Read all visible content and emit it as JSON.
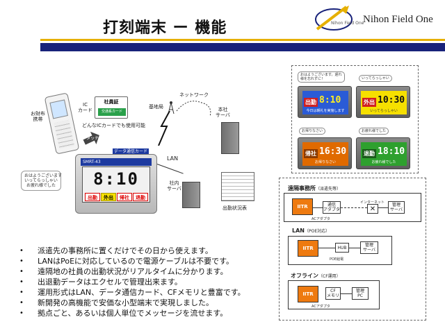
{
  "header": {
    "title": "打刻端末 ー 機能",
    "company": "Nihon Field One",
    "logo_text": "Nihon Field One"
  },
  "left_illustration": {
    "ic_card_label": "IC\nカード",
    "employee_id": "社員証",
    "transit_card": "交通系カード",
    "any_card_note": "どんなICカードでも使用可能",
    "touch_label": "タッチ",
    "mobile_label": "お財布\n携帯",
    "base_station": "基地局",
    "network": "ネットワーク",
    "hq_server": "本社\nサーバ",
    "lan": "LAN",
    "data_card": "データ通信カード",
    "onsite_server": "社内\nサーバ",
    "attendance_table": "出勤状況表",
    "greeting_bubble": "おはようございます\nいってらっしゃい\nお疲れ様でした",
    "terminal": {
      "model": "SMRT-43",
      "time": "8:10",
      "buttons": [
        "出勤",
        "外出",
        "帰社",
        "退勤"
      ]
    }
  },
  "screen_samples": [
    {
      "label": "出勤",
      "time": "8:10",
      "msg": "今日は朝礼を実施します",
      "speech": "おはようございます。遅れ様を忘れずに！",
      "color": "#2a5bd6",
      "time_color": "#ffee22"
    },
    {
      "label": "外出",
      "time": "10:30",
      "msg": "いってらっしゃい",
      "speech": "いってらっしゃい",
      "color": "#f6e000",
      "time_color": "#111111"
    },
    {
      "label": "帰社",
      "time": "16:30",
      "msg": "お帰りなさい",
      "speech": "お帰りなさい",
      "color": "#e06a00",
      "time_color": "#ffffff"
    },
    {
      "label": "退勤",
      "time": "18:10",
      "msg": "お疲れ様でした",
      "speech": "お疲れ様でした",
      "color": "#2ea02e",
      "time_color": "#ffffff"
    }
  ],
  "configs": {
    "remote": {
      "title": "遠隔事務所",
      "note": "（派遣先等）",
      "device": "IITR",
      "adapter": "通信\nアダプタ",
      "internet": "インターネット",
      "server": "管理\nサーバ",
      "power": "ACアダプタ"
    },
    "lan": {
      "title": "LAN",
      "note": "（POE対応）",
      "device": "IITR",
      "hub": "HUB",
      "server": "管理\nサーバ",
      "power": "POE給電"
    },
    "offline": {
      "title": "オフライン",
      "note": "（CF運用）",
      "device": "IITR",
      "media": "CF\nメモリ",
      "pc": "管理\nPC",
      "power": "ACアダプタ"
    }
  },
  "bullets": [
    "派遣先の事務所に置くだけでその日から使えます。",
    "LANはPoEに対応しているので電源ケーブルは不要です。",
    "遠隔地の社員の出勤状況がリアルタイムに分かります。",
    "出退勤データはエクセルで管理出来ます。",
    "運用形式はLAN、データ通信カード、CFメモリと豊富です。",
    "新開発の高機能で安価な小型端末で実現しました。",
    "拠点ごと、あるいは個人単位でメッセージを流せます。"
  ],
  "colors": {
    "gold_bar": "#e6b000",
    "navy_bar": "#18227a",
    "device_orange": "#ee7a10"
  }
}
